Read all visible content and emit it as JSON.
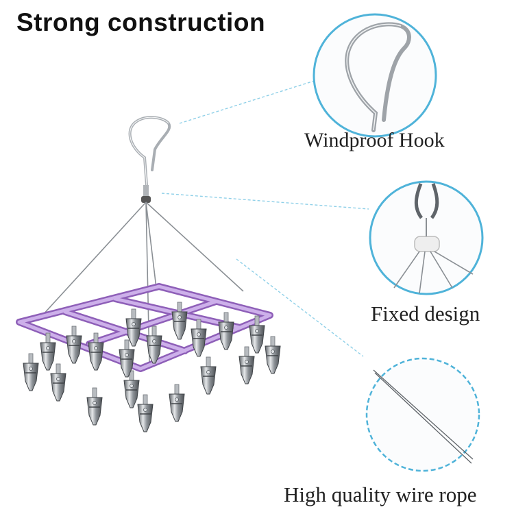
{
  "title": "Strong construction",
  "features": [
    {
      "label": "Windproof Hook",
      "icon": "hook-closeup-icon"
    },
    {
      "label": "Fixed design",
      "icon": "connector-closeup-icon"
    },
    {
      "label": "High quality wire rope",
      "icon": "wire-rope-closeup-icon"
    }
  ],
  "colors": {
    "frame": "#b48bd8",
    "frame_dark": "#8e5fb8",
    "circle_border": "#4fb3d9",
    "steel": "#9aa0a6",
    "title": "#111111"
  }
}
